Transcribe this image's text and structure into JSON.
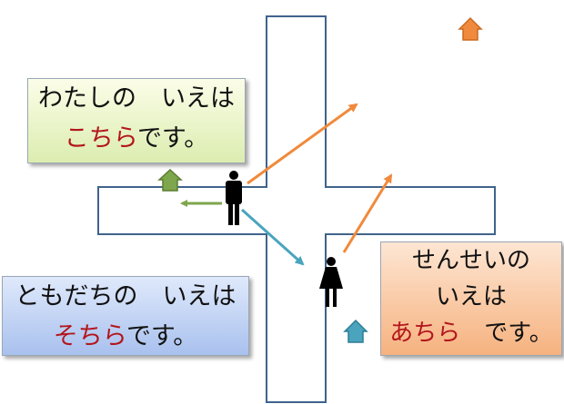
{
  "watashi_box": {
    "line1": "わたしの　いえは",
    "line2_highlight": "こちら",
    "line2_rest": "です。"
  },
  "tomodachi_box": {
    "line1": "ともだちの　いえは",
    "line2_highlight": "そちら",
    "line2_rest": "です。"
  },
  "sensei_box": {
    "line1": "せんせいの",
    "line2": "いえは",
    "line3_highlight": "あちら",
    "line3_rest": "　です。"
  },
  "colors": {
    "road": "#40638c",
    "green": "#7ea64c",
    "teal": "#4aa4be",
    "orange": "#f08a3c",
    "highlight": "#b3161c"
  },
  "icons": {
    "house_near": "house-icon-green",
    "house_mid": "house-icon-teal",
    "house_far": "house-icon-orange",
    "speaker": "man-icon",
    "listener": "woman-icon"
  }
}
